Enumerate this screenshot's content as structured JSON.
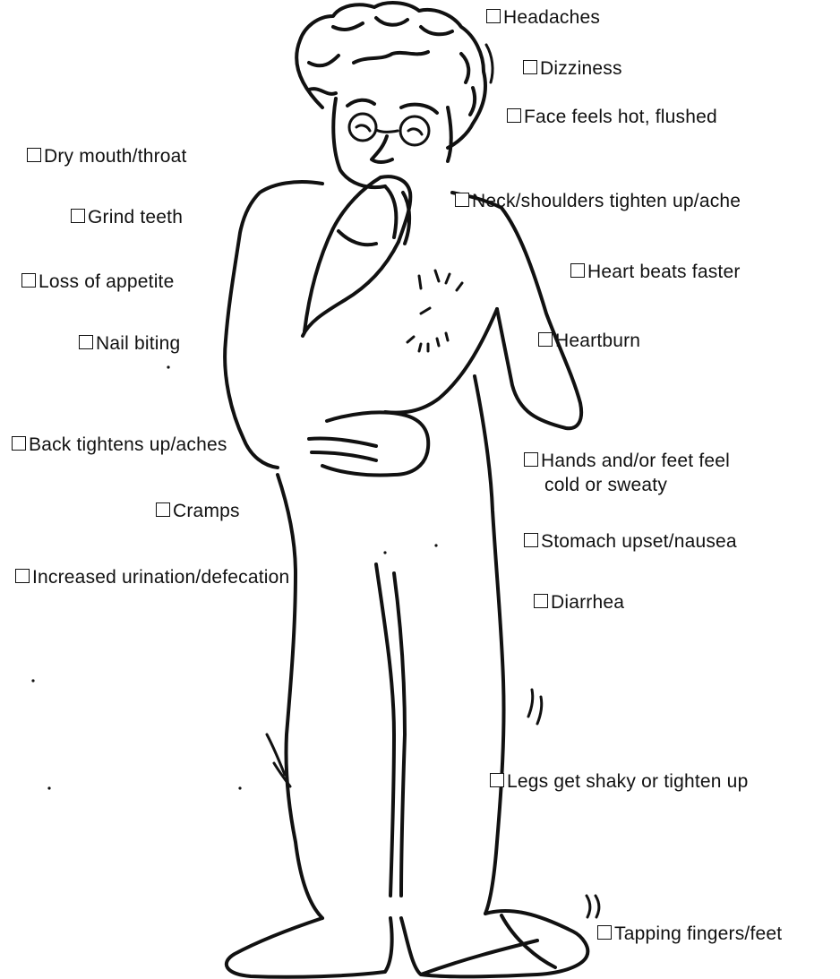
{
  "symptoms": {
    "headaches": "Headaches",
    "dizziness": "Dizziness",
    "face_hot": "Face feels hot, flushed",
    "dry_mouth": "Dry mouth/throat",
    "neck_shoulders": "Neck/shoulders tighten up/ache",
    "grind_teeth": "Grind teeth",
    "heart_faster": "Heart beats faster",
    "loss_appetite": "Loss of appetite",
    "nail_biting": "Nail biting",
    "heartburn": "Heartburn",
    "back": "Back tightens up/aches",
    "hands_feet_line1": "Hands and/or feet feel",
    "hands_feet_line2": "cold or sweaty",
    "cramps": "Cramps",
    "stomach": "Stomach upset/nausea",
    "urination": "Increased urination/defecation",
    "diarrhea": "Diarrhea",
    "legs": "Legs get shaky or tighten up",
    "tapping": "Tapping fingers/feet"
  }
}
